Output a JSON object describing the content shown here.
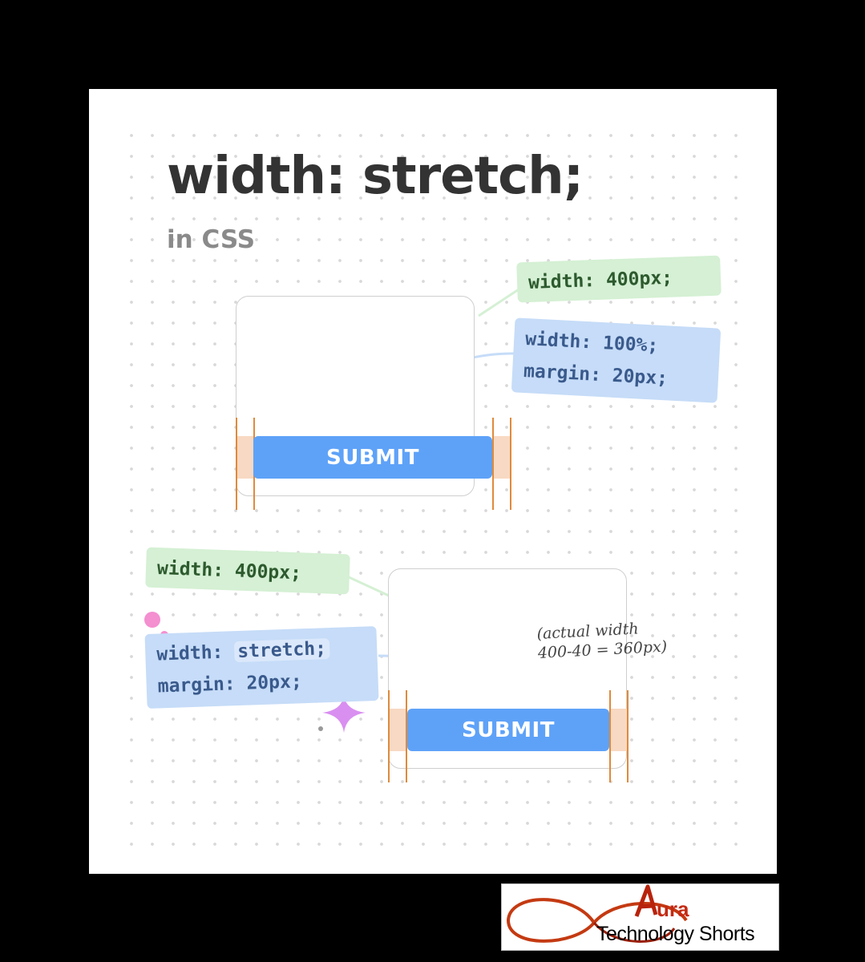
{
  "title": "width: stretch;",
  "subtitle": "in CSS",
  "example1": {
    "code_width": "width: 400px;",
    "code_line1": "width: 100%;",
    "code_line2": "margin: 20px;",
    "button_label": "SUBMIT"
  },
  "example2": {
    "code_width": "width: 400px;",
    "code_line1_prefix": "width: ",
    "code_line1_value": "stretch;",
    "code_line2": "margin: 20px;",
    "button_label": "SUBMIT",
    "note_line1": "(actual width",
    "note_line2": "400-40 = 360px)"
  },
  "logo": {
    "brand_word": "ura",
    "tagline": "Technology Shorts"
  },
  "colors": {
    "button": "#5ea2f8",
    "margin_zone": "#f8d9c3",
    "guide": "#e08a3c",
    "green_tag": "#d5f0d4",
    "blue_tag": "#c6dcf8"
  }
}
